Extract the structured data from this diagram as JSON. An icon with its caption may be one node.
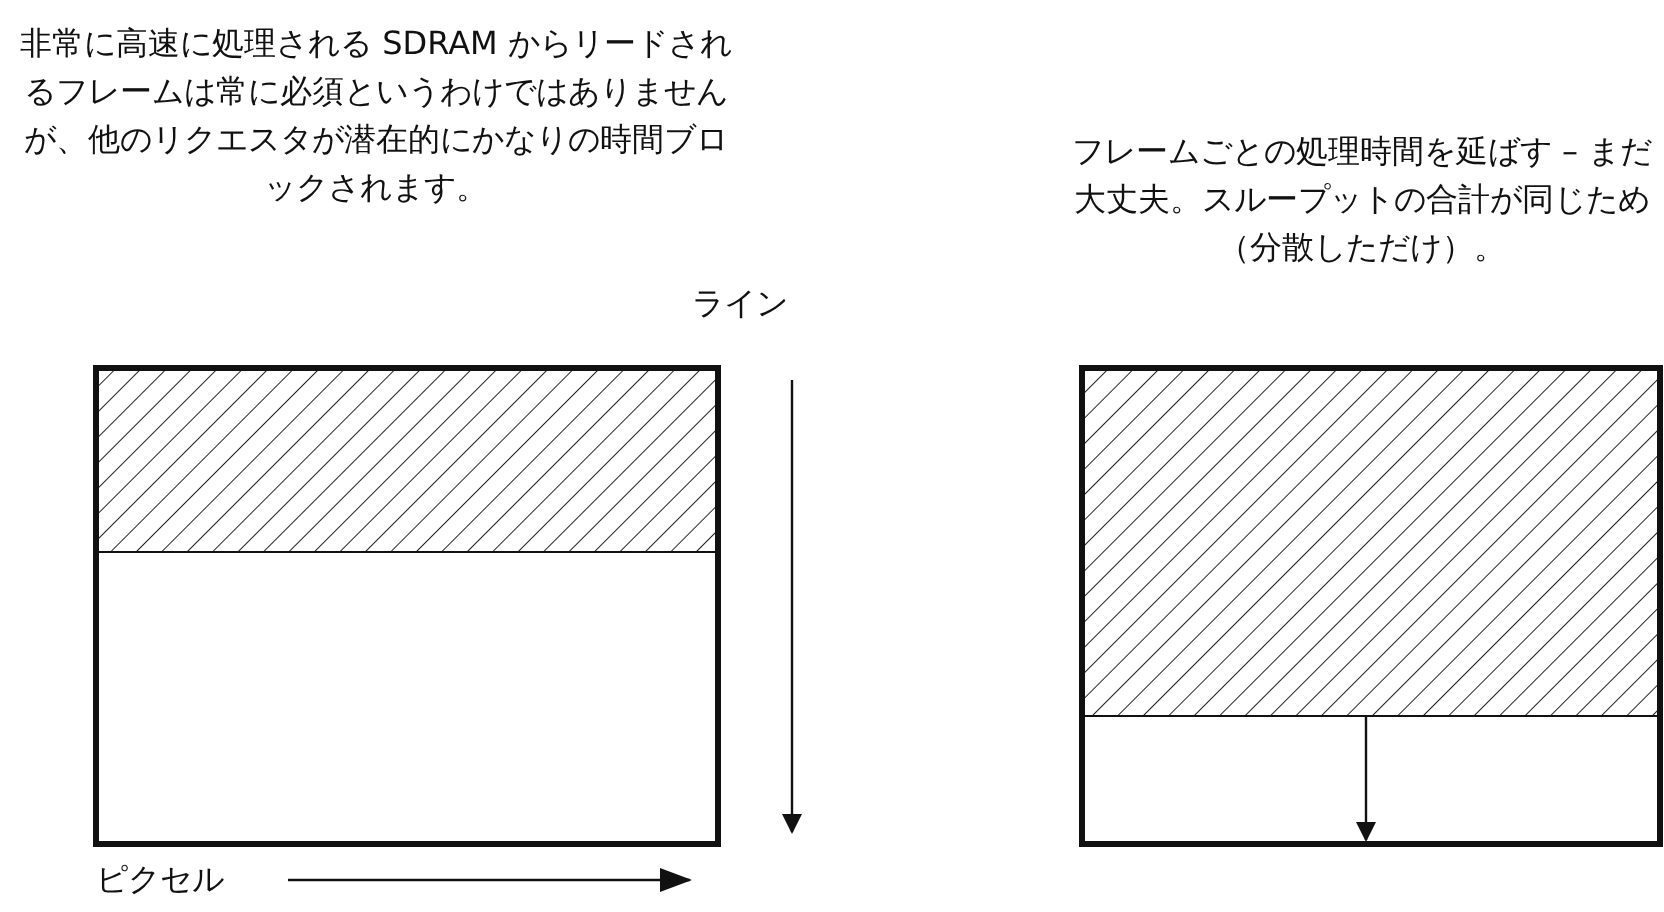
{
  "diagram": {
    "labels": [
      "非常に高速に処理される SDRAM からリードされるフレームは常に必須というわけではありませんが、他のリクエスタが潜在的にかなりの時間ブロックされます。",
      "フレームごとの処理時間を延ばす – まだ大丈夫。スループットの合計が同じため（分散しただけ）。",
      "ライン",
      "ピクセル"
    ]
  }
}
